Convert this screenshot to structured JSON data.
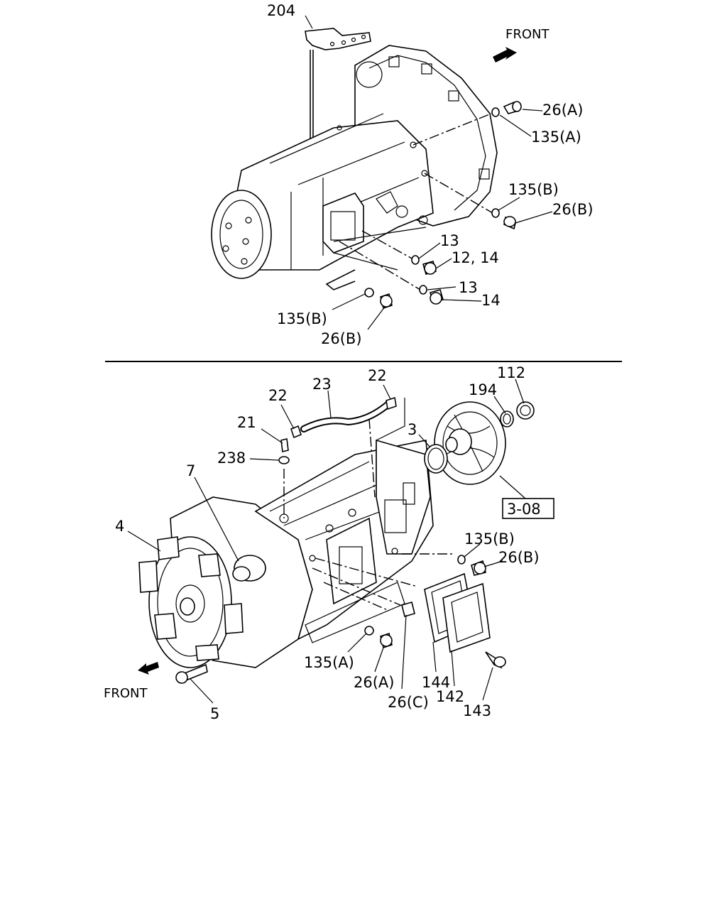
{
  "top": {
    "labels": {
      "p204": "204",
      "front": "FRONT",
      "p26a": "26(A)",
      "p135a": "135(A)",
      "p135b_r": "135(B)",
      "p26b_r": "26(B)",
      "p13_a": "13",
      "p12_14": "12, 14",
      "p13_b": "13",
      "p14": "14",
      "p135b_l": "135(B)",
      "p26b_l": "26(B)"
    }
  },
  "bottom": {
    "labels": {
      "p22_r": "22",
      "p112": "112",
      "p23": "23",
      "p194": "194",
      "p22_l": "22",
      "p3": "3",
      "p21": "21",
      "p238": "238",
      "p7": "7",
      "p4": "4",
      "ref": "3-08",
      "p135b": "135(B)",
      "p26b": "26(B)",
      "p135a": "135(A)",
      "p144": "144",
      "p26a": "26(A)",
      "p142": "142",
      "p143": "143",
      "p26c": "26(C)",
      "front": "FRONT",
      "p5": "5"
    }
  }
}
